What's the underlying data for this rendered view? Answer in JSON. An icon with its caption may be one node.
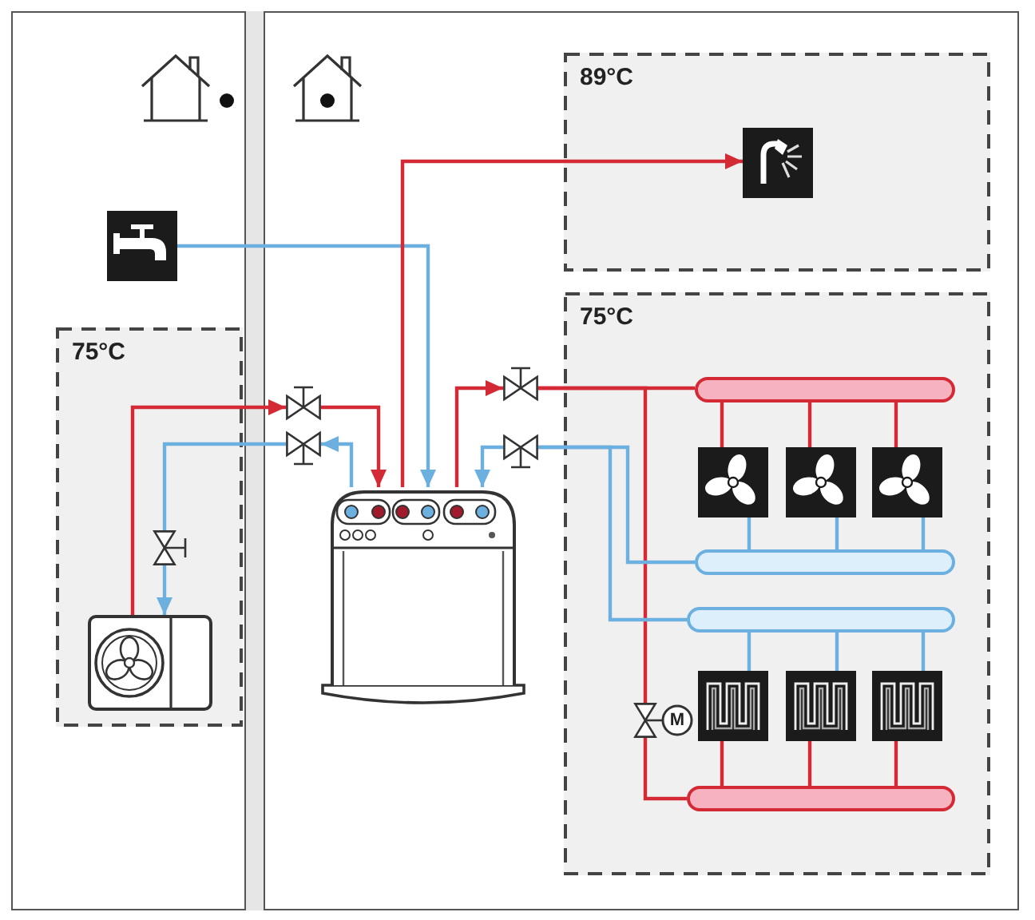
{
  "diagram": {
    "nodes": [
      {
        "text": [
          "89°C"
        ]
      },
      {
        "text": [],
        "shape": "picture",
        "in": 0
      },
      {
        "text": [],
        "shape": "picture"
      },
      {
        "text": [
          "75°C"
        ]
      },
      {
        "text": [],
        "shape": "picture",
        "in": 3
      },
      {
        "text": [],
        "shape": "valve",
        "in": 3
      },
      {
        "text": [],
        "shape": "valve"
      },
      {
        "text": [],
        "shape": "valve"
      },
      {
        "text": [],
        "shape": "picture"
      },
      {
        "text": [],
        "shape": "valve"
      },
      {
        "text": [],
        "shape": "valve"
      },
      {
        "text": [
          "75°C"
        ]
      },
      {
        "text": [],
        "shape": "bar",
        "in": 11
      },
      {
        "text": [],
        "shape": "picture",
        "in": 11
      },
      {
        "text": [],
        "shape": "picture",
        "in": 11
      },
      {
        "text": [],
        "shape": "picture",
        "in": 11
      },
      {
        "text": [],
        "shape": "bar",
        "in": 11
      },
      {
        "text": [],
        "shape": "bar",
        "in": 11
      },
      {
        "text": [],
        "shape": "picture",
        "in": 11
      },
      {
        "text": [],
        "shape": "picture",
        "in": 11
      },
      {
        "text": [],
        "shape": "picture",
        "in": 11
      },
      {
        "text": [
          "M"
        ],
        "in": 11
      },
      {
        "text": [],
        "shape": "bar",
        "in": 11
      }
    ],
    "edges": [
      {
        "from": 2,
        "to": 8,
        "arrow": "to",
        "color": "#6cb0e0"
      },
      {
        "from": 8,
        "to": 1,
        "arrow": "to",
        "color": "#d42a35"
      },
      {
        "from": 4,
        "to": 6,
        "arrow": "to",
        "color": "#d42a35"
      },
      {
        "from": 6,
        "to": 8,
        "arrow": "to",
        "color": "#d42a35"
      },
      {
        "from": 8,
        "to": 7,
        "arrow": "to",
        "color": "#6cb0e0"
      },
      {
        "from": 7,
        "to": 5,
        "arrow": "none",
        "color": "#6cb0e0"
      },
      {
        "from": 5,
        "to": 4,
        "arrow": "to",
        "color": "#6cb0e0"
      },
      {
        "from": 8,
        "to": 9,
        "arrow": "to",
        "color": "#d42a35"
      },
      {
        "from": 9,
        "to": 12,
        "arrow": "none",
        "color": "#d42a35"
      },
      {
        "from": 9,
        "to": 21,
        "arrow": "none",
        "color": "#d42a35"
      },
      {
        "from": 21,
        "to": 22,
        "arrow": "none",
        "color": "#d42a35"
      },
      {
        "from": 10,
        "to": 8,
        "arrow": "to",
        "color": "#6cb0e0"
      },
      {
        "from": 16,
        "to": 10,
        "arrow": "none",
        "color": "#6cb0e0"
      },
      {
        "from": 17,
        "to": 10,
        "arrow": "none",
        "color": "#6cb0e0"
      },
      {
        "from": 12,
        "to": 13,
        "arrow": "none",
        "color": "#d42a35"
      },
      {
        "from": 12,
        "to": 14,
        "arrow": "none",
        "color": "#d42a35"
      },
      {
        "from": 12,
        "to": 15,
        "arrow": "none",
        "color": "#d42a35"
      },
      {
        "from": 13,
        "to": 16,
        "arrow": "none",
        "color": "#6cb0e0"
      },
      {
        "from": 14,
        "to": 16,
        "arrow": "none",
        "color": "#6cb0e0"
      },
      {
        "from": 15,
        "to": 16,
        "arrow": "none",
        "color": "#6cb0e0"
      },
      {
        "from": 22,
        "to": 18,
        "arrow": "none",
        "color": "#d42a35"
      },
      {
        "from": 22,
        "to": 19,
        "arrow": "none",
        "color": "#d42a35"
      },
      {
        "from": 22,
        "to": 20,
        "arrow": "none",
        "color": "#d42a35"
      },
      {
        "from": 18,
        "to": 17,
        "arrow": "none",
        "color": "#6cb0e0"
      },
      {
        "from": 19,
        "to": 17,
        "arrow": "none",
        "color": "#6cb0e0"
      },
      {
        "from": 20,
        "to": 17,
        "arrow": "none",
        "color": "#6cb0e0"
      }
    ]
  }
}
